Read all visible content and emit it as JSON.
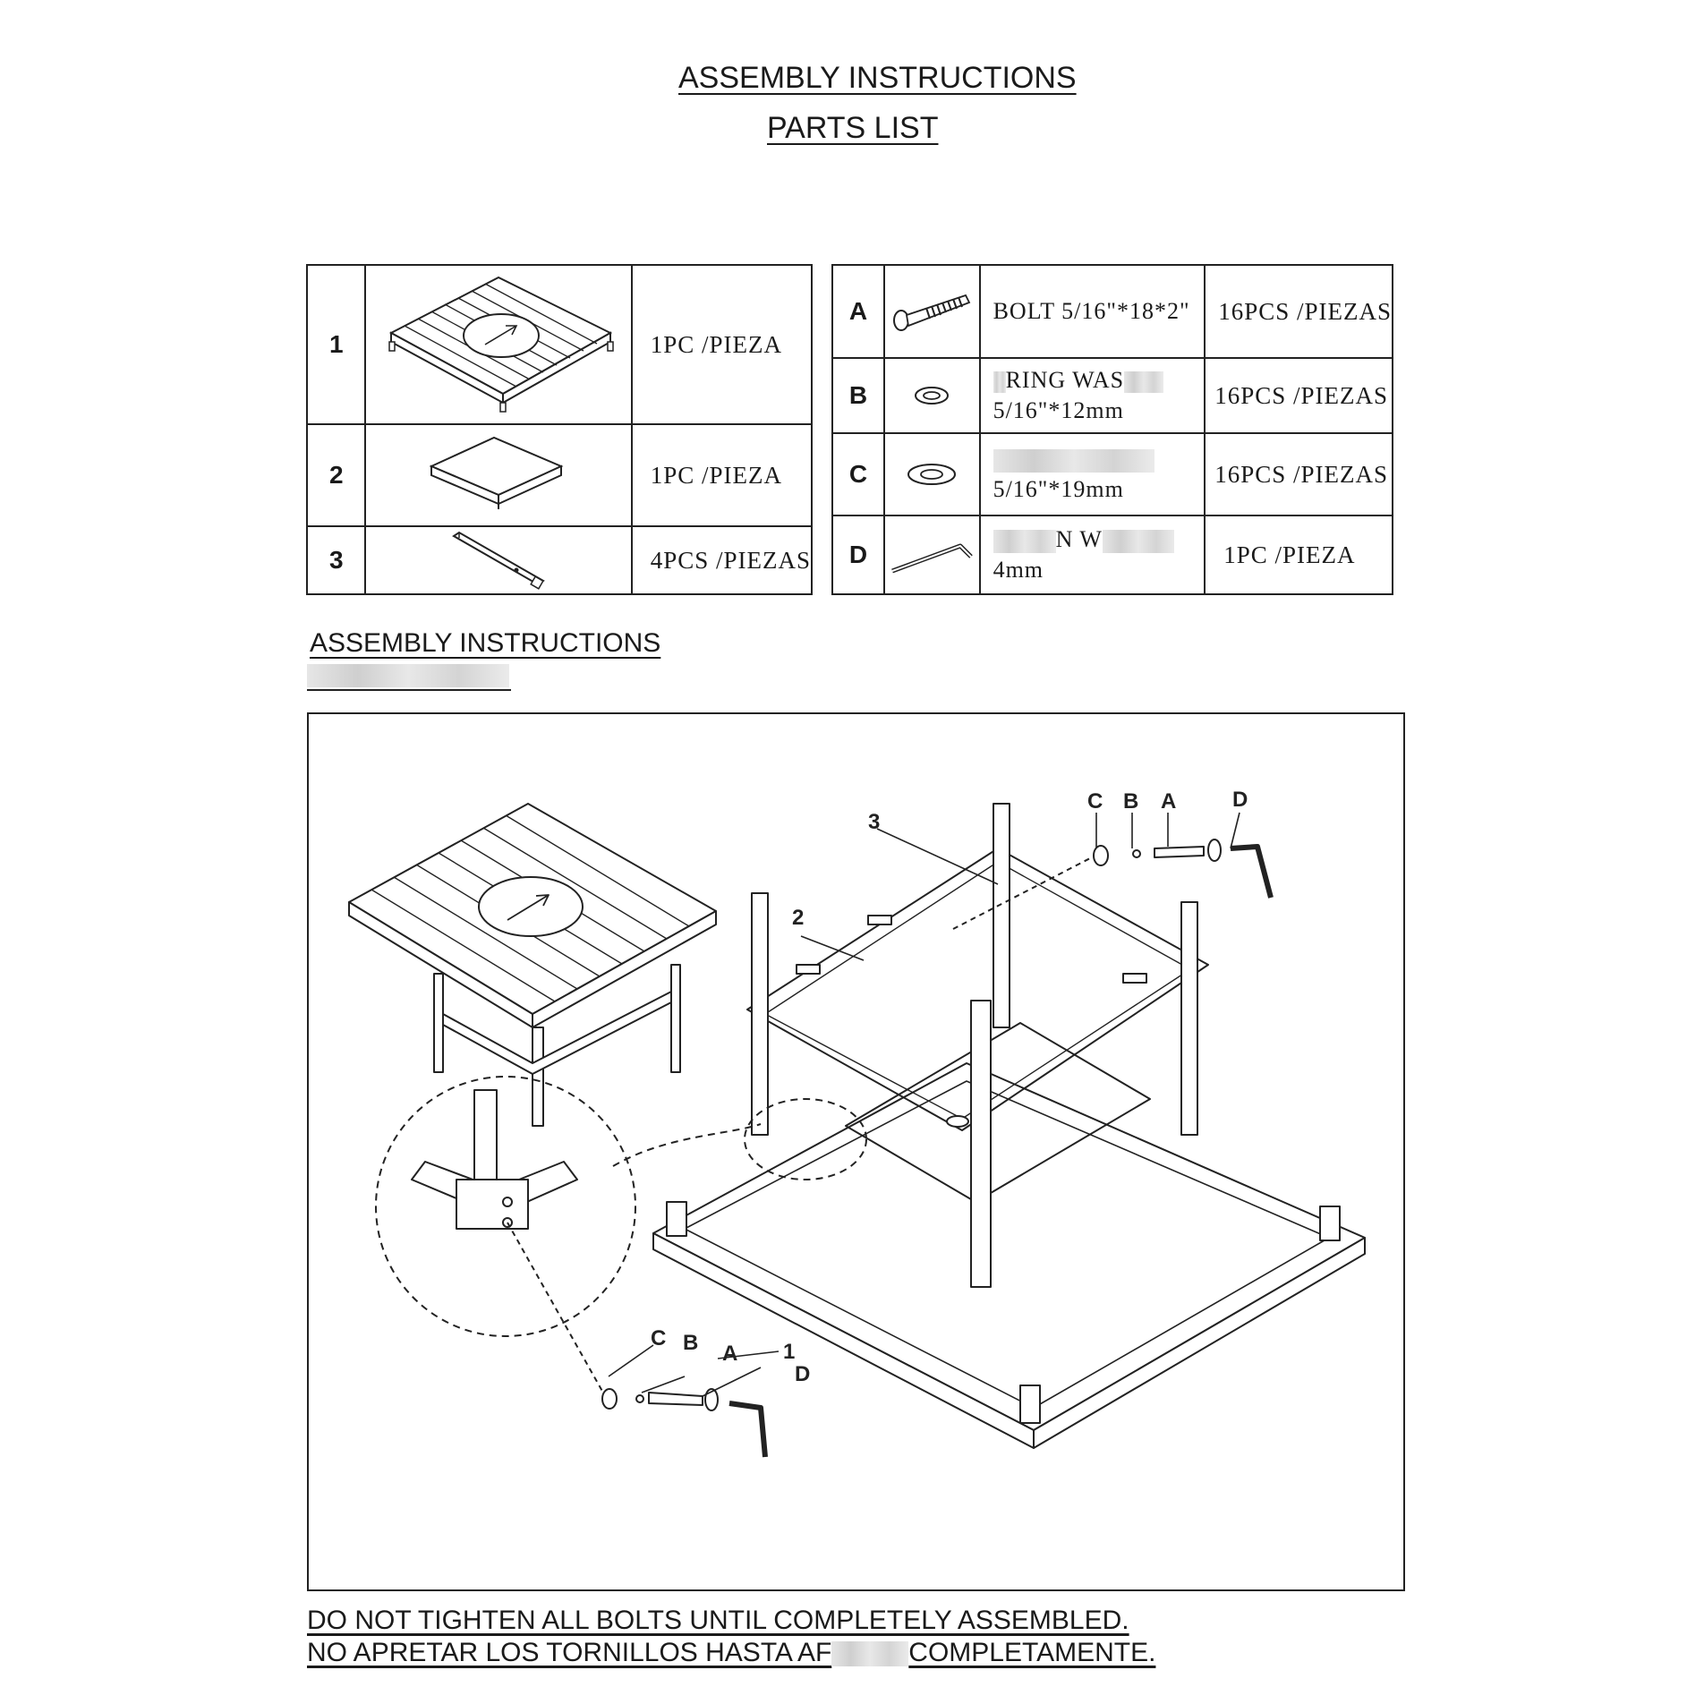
{
  "header": {
    "title": "ASSEMBLY INSTRUCTIONS",
    "subtitle": "PARTS LIST"
  },
  "parts_left": [
    {
      "num": "1",
      "icon": "table-top-icon",
      "qty": "1PC /PIEZA"
    },
    {
      "num": "2",
      "icon": "shelf-panel-icon",
      "qty": "1PC /PIEZA"
    },
    {
      "num": "3",
      "icon": "table-leg-icon",
      "qty": "4PCS /PIEZAS"
    }
  ],
  "parts_right": [
    {
      "letter": "A",
      "icon": "bolt-icon",
      "desc1": "BOLT 5/16\"*18*2\"",
      "desc2": "",
      "qty": "16PCS /PIEZAS"
    },
    {
      "letter": "B",
      "icon": "spring-washer-icon",
      "desc1": "RING WAS",
      "desc2": "5/16\"*12mm",
      "qty": "16PCS /PIEZAS"
    },
    {
      "letter": "C",
      "icon": "flat-washer-icon",
      "desc1": "",
      "desc2": "5/16\"*19mm",
      "qty": "16PCS /PIEZAS"
    },
    {
      "letter": "D",
      "icon": "allen-wrench-icon",
      "desc1": "N W",
      "desc2": "4mm",
      "qty": "1PC /PIEZA"
    }
  ],
  "instructions": {
    "heading": "ASSEMBLY INSTRUCTIONS"
  },
  "diagram": {
    "labels": {
      "part1": "1",
      "part2": "2",
      "part3": "3",
      "a": "A",
      "b": "B",
      "c": "C",
      "d": "D"
    }
  },
  "footer": {
    "line1": "DO NOT TIGHTEN ALL BOLTS UNTIL COMPLETELY ASSEMBLED.",
    "line2_start": "NO APRETAR LOS TORNILLOS HASTA AF",
    "line2_end": "COMPLETAMENTE."
  }
}
